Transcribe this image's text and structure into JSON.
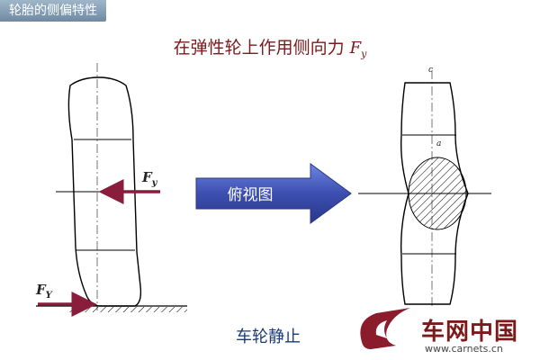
{
  "slide_tag": "轮胎的侧偏特性",
  "title": {
    "text": "在弹性轮上作用侧向力",
    "symbol": "F",
    "subscript": "y"
  },
  "labels": {
    "lateral_force": {
      "symbol": "F",
      "subscript": "y"
    },
    "ground_force": {
      "symbol": "F",
      "subscript": "Y"
    },
    "top_view": "俯视图",
    "state": "车轮静止",
    "axis_c": "c",
    "axis_a": "a"
  },
  "watermark": {
    "name": "车网中国",
    "url": "www.carnets.cn"
  },
  "colors": {
    "title": "#7a1a1a",
    "force_arrow": "#8a1c3c",
    "caption": "#1a3a7a",
    "big_arrow": "#3c4fb0"
  }
}
